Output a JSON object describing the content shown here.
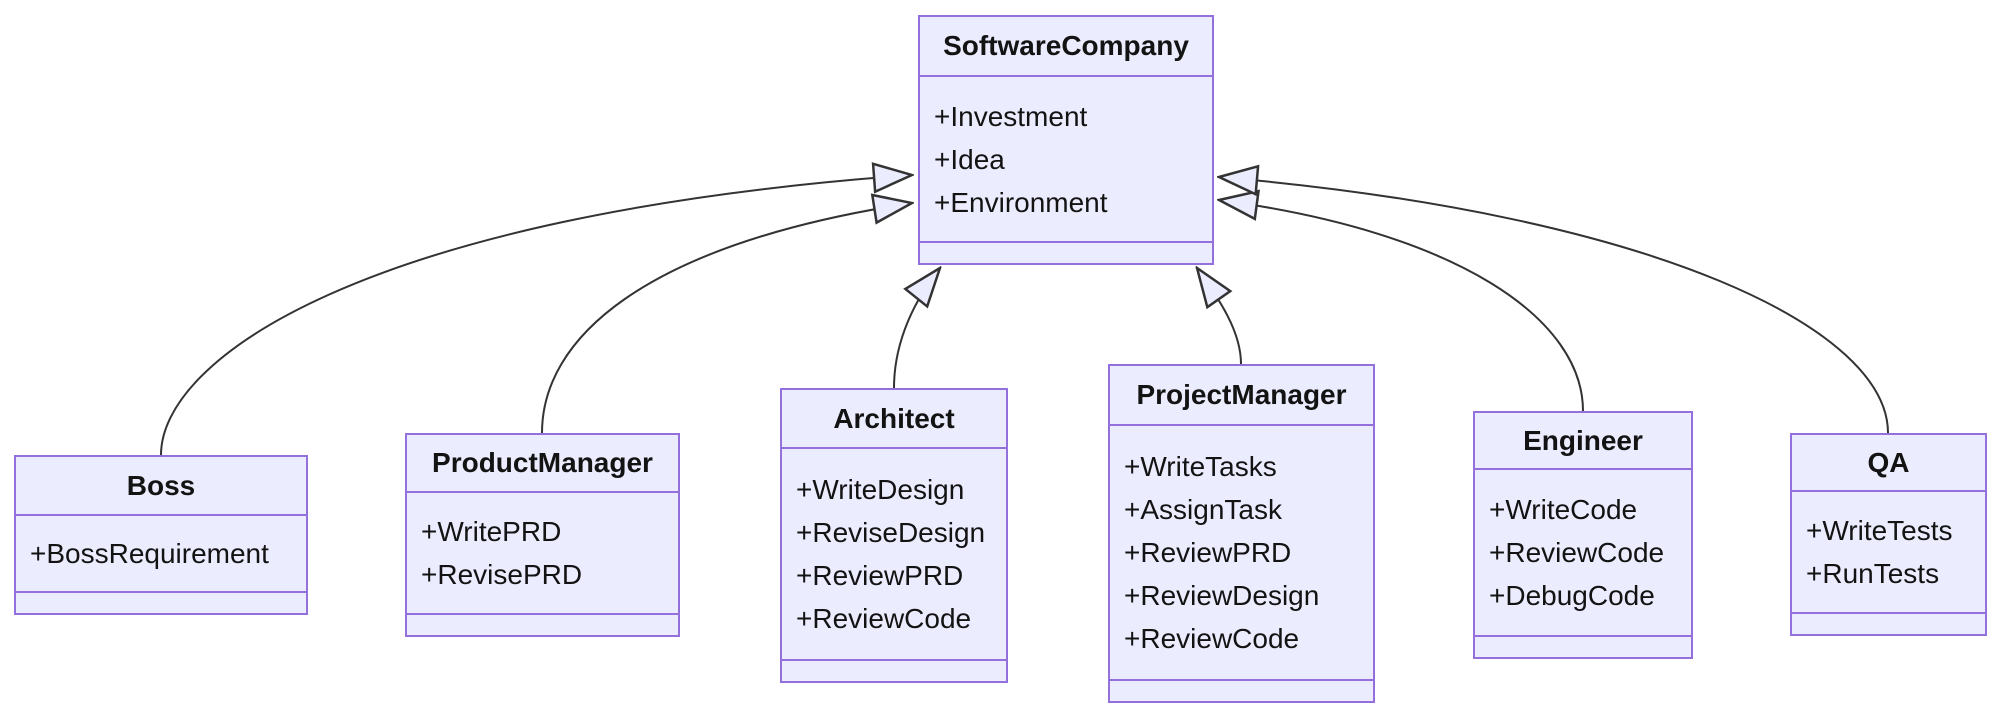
{
  "diagram": {
    "type": "uml-class-diagram",
    "colors": {
      "node_fill": "#ECECFF",
      "node_border": "#9370DB",
      "edge_line": "#333333",
      "arrowhead_fill": "#ECECFF",
      "text": "#131313",
      "background": "#ffffff"
    },
    "classes": [
      {
        "name": "SoftwareCompany",
        "members": [
          "+Investment",
          "+Idea",
          "+Environment"
        ]
      },
      {
        "name": "Boss",
        "members": [
          "+BossRequirement"
        ]
      },
      {
        "name": "ProductManager",
        "members": [
          "+WritePRD",
          "+RevisePRD"
        ]
      },
      {
        "name": "Architect",
        "members": [
          "+WriteDesign",
          "+ReviseDesign",
          "+ReviewPRD",
          "+ReviewCode"
        ]
      },
      {
        "name": "ProjectManager",
        "members": [
          "+WriteTasks",
          "+AssignTask",
          "+ReviewPRD",
          "+ReviewDesign",
          "+ReviewCode"
        ]
      },
      {
        "name": "Engineer",
        "members": [
          "+WriteCode",
          "+ReviewCode",
          "+DebugCode"
        ]
      },
      {
        "name": "QA",
        "members": [
          "+WriteTests",
          "+RunTests"
        ]
      }
    ],
    "relations": [
      {
        "from": "Boss",
        "to": "SoftwareCompany",
        "type": "inheritance"
      },
      {
        "from": "ProductManager",
        "to": "SoftwareCompany",
        "type": "inheritance"
      },
      {
        "from": "Architect",
        "to": "SoftwareCompany",
        "type": "inheritance"
      },
      {
        "from": "ProjectManager",
        "to": "SoftwareCompany",
        "type": "inheritance"
      },
      {
        "from": "Engineer",
        "to": "SoftwareCompany",
        "type": "inheritance"
      },
      {
        "from": "QA",
        "to": "SoftwareCompany",
        "type": "inheritance"
      }
    ]
  }
}
